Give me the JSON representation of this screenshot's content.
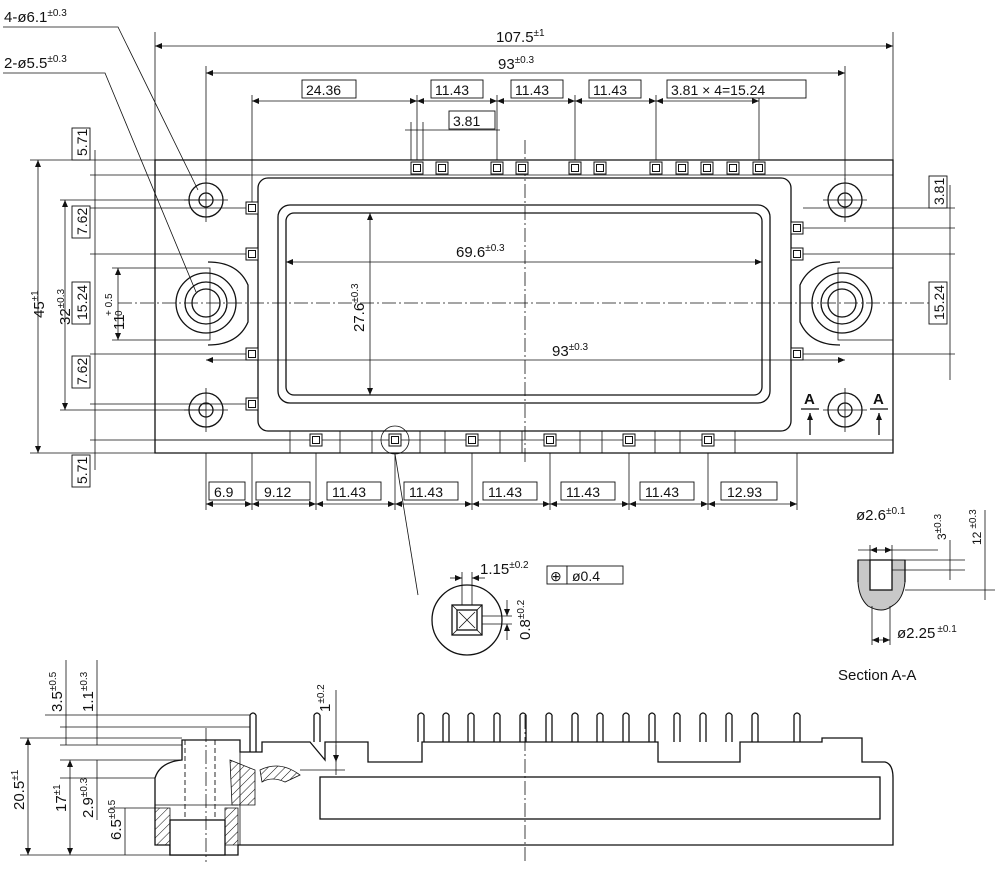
{
  "dimensions": {
    "hole_dia_4": "4-ø6.1",
    "hole_dia_4_tol": "±0.3",
    "hole_dia_2": "2-ø5.5",
    "hole_dia_2_tol": "±0.3",
    "overall_length": "107.5",
    "overall_length_tol": "±1",
    "inner_length": "93",
    "inner_length_tol": "±0.3",
    "top_24_36": "24.36",
    "top_11_43_a": "11.43",
    "top_11_43_b": "11.43",
    "top_11_43_c": "11.43",
    "top_pitch_group": "3.81 × 4=15.24",
    "top_3_81": "3.81",
    "left_5_71_top": "5.71",
    "left_7_62_top": "7.62",
    "left_15_24": "15.24",
    "left_7_62_bottom": "7.62",
    "left_5_71_bottom": "5.71",
    "left_45": "45",
    "left_45_tol": "±1",
    "left_32": "32",
    "left_32_tol": "±0.3",
    "left_11": "11",
    "left_11_tol_plus": "+ 0.5",
    "left_11_tol_zero": "0",
    "window_width": "69.6",
    "window_width_tol": "±0.3",
    "window_height": "27.6",
    "window_height_tol": "±0.3",
    "mid_93": "93",
    "mid_93_tol": "±0.3",
    "right_3_81": "3.81",
    "right_15_24": "15.24",
    "bottom_6_9": "6.9",
    "bottom_9_12": "9.12",
    "bottom_11_43_a": "11.43",
    "bottom_11_43_b": "11.43",
    "bottom_11_43_c": "11.43",
    "bottom_11_43_d": "11.43",
    "bottom_11_43_e": "11.43",
    "bottom_12_93": "12.93",
    "pin_width": "1.15",
    "pin_width_tol": "±0.2",
    "position_tol": "ø0.4",
    "pin_thickness": "0.8",
    "pin_thickness_tol": "±0.2",
    "section_dia_top": "ø2.6",
    "section_dia_top_tol": "±0.1",
    "section_depth_3": "3",
    "section_depth_3_tol": "±0.3",
    "section_depth_12": "12",
    "section_depth_12_tol": "±0.3",
    "section_dia_bottom": "ø2.25",
    "section_dia_bottom_tol": "±0.1",
    "side_3_5": "3.5",
    "side_3_5_tol": "±0.5",
    "side_1_1": "1.1",
    "side_1_1_tol": "±0.3",
    "side_20_5": "20.5",
    "side_20_5_tol": "±1",
    "side_17": "17",
    "side_17_tol": "±1",
    "side_2_9": "2.9",
    "side_2_9_tol": "±0.3",
    "side_6_5": "6.5",
    "side_6_5_tol": "±0.5",
    "side_1": "1",
    "side_1_tol": "±0.2"
  },
  "labels": {
    "section_marker": "A",
    "section_title": "Section A-A"
  },
  "symbols": {
    "position_symbol": "⊕"
  }
}
